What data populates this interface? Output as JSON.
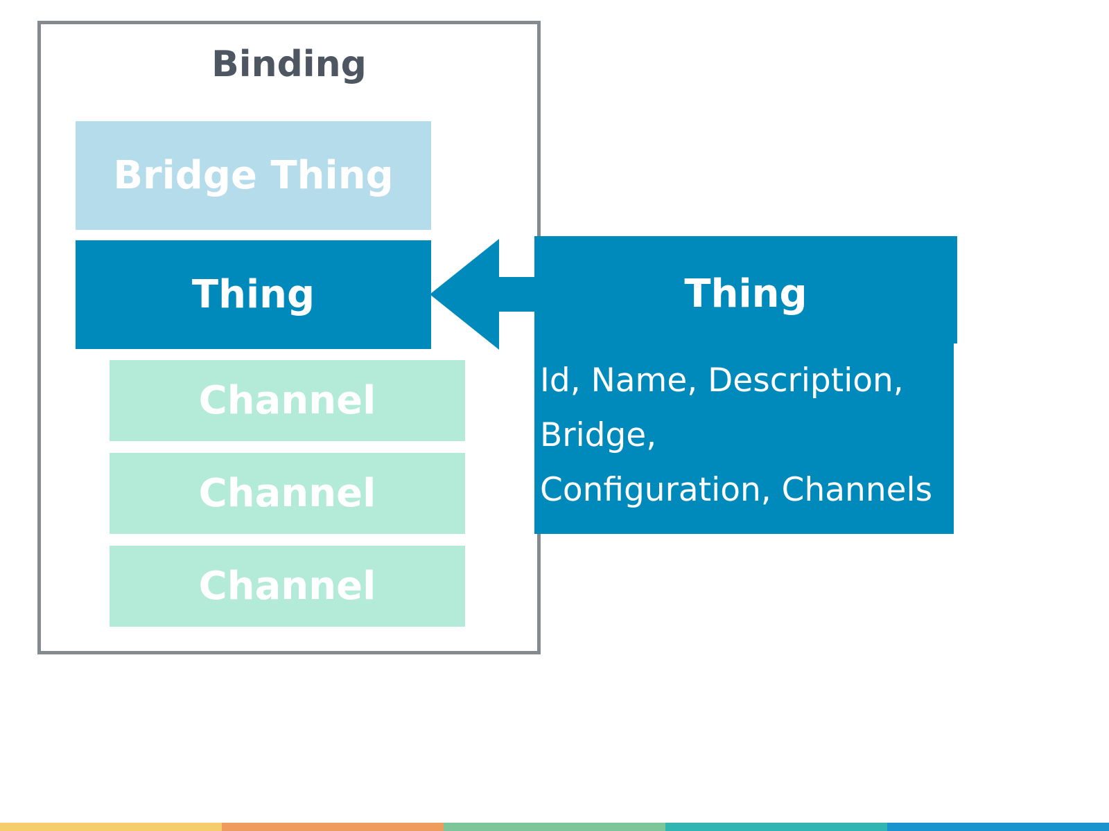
{
  "binding": {
    "title": "Binding",
    "bridge_thing_label": "Bridge Thing",
    "thing_label": "Thing",
    "channels": [
      {
        "label": "Channel"
      },
      {
        "label": "Channel"
      },
      {
        "label": "Channel"
      }
    ]
  },
  "thing_detail": {
    "title": "Thing",
    "lines": [
      "Id, Name, Description,",
      "Bridge,",
      "Configuration, Channels"
    ]
  },
  "colors": {
    "frame_border": "#858a8e",
    "bridge_thing_fill": "#b4dcea",
    "thing_fill": "#008abb",
    "channel_fill": "#b3ebd8",
    "title_text": "#4d5661"
  },
  "footer_bar_colors": [
    "#f5cd6d",
    "#ee9b5e",
    "#7ec59a",
    "#30b5b3",
    "#1b93ce"
  ]
}
